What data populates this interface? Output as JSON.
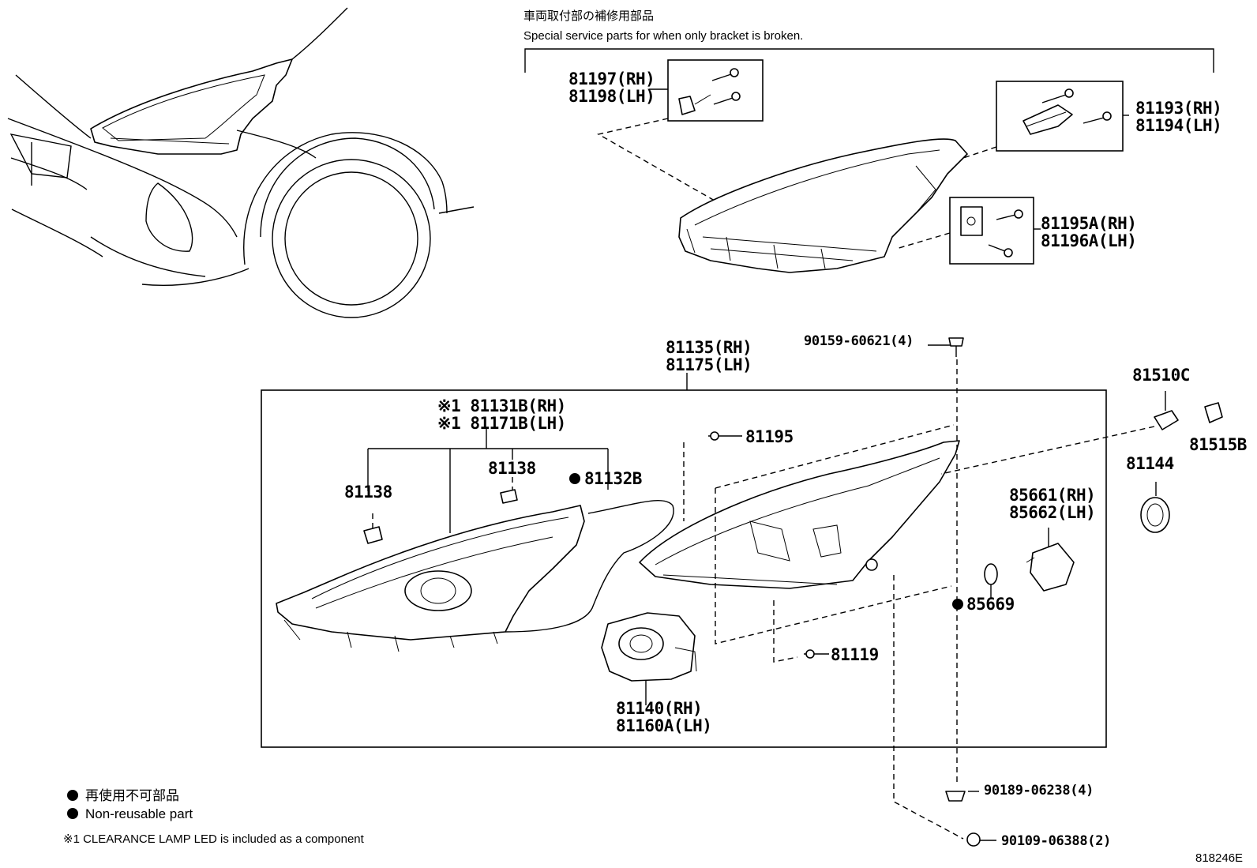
{
  "header": {
    "jp_title": "車両取付部の補修用部品",
    "en_title": "Special service parts for when only bracket is broken."
  },
  "bracket_parts": {
    "p81197": "81197(RH)",
    "p81198": "81198(LH)",
    "p81193": "81193(RH)",
    "p81194": "81194(LH)",
    "p81195A": "81195A(RH)",
    "p81196A": "81196A(LH)"
  },
  "assembly": {
    "p81135": "81135(RH)",
    "p81175": "81175(LH)",
    "p81131B": "※1 81131B(RH)",
    "p81171B": "※1 81171B(LH)",
    "p81138_left": "81138",
    "p81138_right": "81138",
    "p81132B": "81132B",
    "p81195": "81195",
    "p81119": "81119",
    "p81140": "81140(RH)",
    "p81160A": "81160A(LH)"
  },
  "side_parts": {
    "p90159": "90159-60621(4)",
    "p81510C": "81510C",
    "p81515B": "81515B",
    "p81144": "81144",
    "p85661": "85661(RH)",
    "p85662": "85662(LH)",
    "p85669": "85669",
    "p90189": "90189-06238(4)",
    "p90109": "90109-06388(2)"
  },
  "legend": {
    "jp": "再使用不可部品",
    "en": "Non-reusable part",
    "footnote": "※1 CLEARANCE LAMP LED is included as a  component"
  },
  "figure_code": "818246E"
}
